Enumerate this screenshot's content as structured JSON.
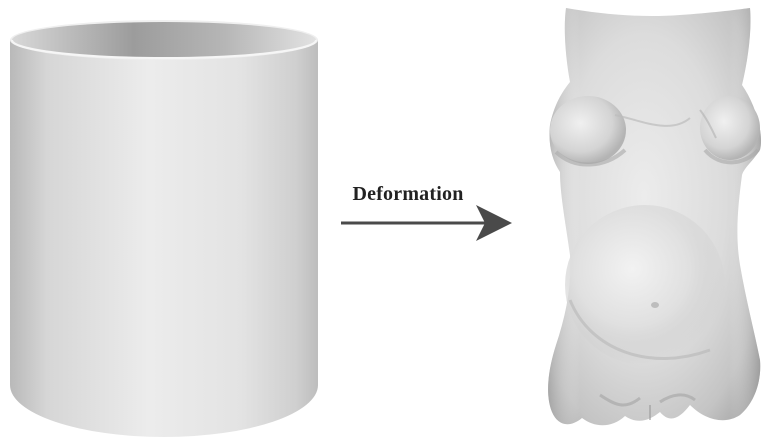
{
  "arrow": {
    "label": "Deformation"
  },
  "shapes": {
    "source": "cylinder",
    "target": "pregnant-torso"
  },
  "colors": {
    "background": "#ffffff",
    "surface_light": "#f2f2f2",
    "surface_mid": "#d9d9d9",
    "surface_dark": "#a8a8a8",
    "arrow": "#4a4a4a",
    "label": "#222222"
  }
}
